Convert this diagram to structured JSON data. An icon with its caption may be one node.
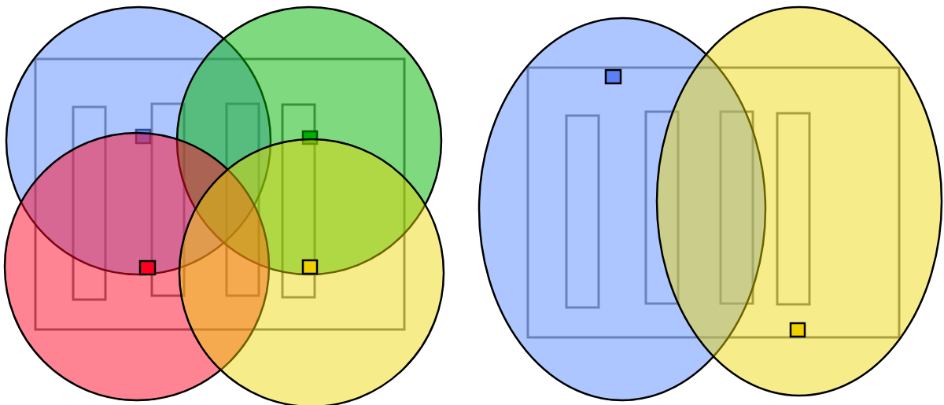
{
  "diagram": {
    "nodes": [
      {
        "text": [],
        "shape": "circle"
      },
      {
        "text": [],
        "shape": "circle"
      },
      {
        "text": [],
        "shape": "circle"
      },
      {
        "text": [],
        "shape": "circle"
      },
      {
        "text": [],
        "shape": "box"
      },
      {
        "text": [],
        "shape": "bar",
        "in": 4
      },
      {
        "text": [],
        "shape": "bar",
        "in": 4
      },
      {
        "text": [],
        "shape": "bar",
        "in": 4
      },
      {
        "text": [],
        "shape": "bar",
        "in": 4
      },
      {
        "text": [],
        "shape": "square"
      },
      {
        "text": [],
        "shape": "square"
      },
      {
        "text": [],
        "shape": "square"
      },
      {
        "text": [],
        "shape": "square"
      },
      {
        "text": [],
        "shape": "ellipse"
      },
      {
        "text": [],
        "shape": "ellipse"
      },
      {
        "text": [],
        "shape": "box"
      },
      {
        "text": [],
        "shape": "bar"
      },
      {
        "text": [],
        "shape": "bar"
      },
      {
        "text": [],
        "shape": "bar"
      },
      {
        "text": [],
        "shape": "bar"
      },
      {
        "text": [],
        "shape": "square"
      },
      {
        "text": [],
        "shape": "square"
      }
    ],
    "edges": []
  }
}
